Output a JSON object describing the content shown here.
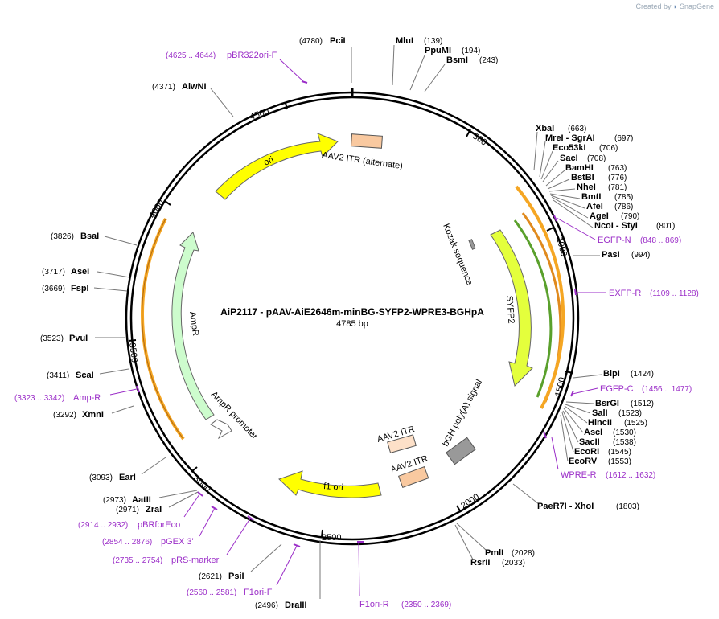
{
  "brand": {
    "prefix": "Created by",
    "name": "SnapGene"
  },
  "plasmid": {
    "name": "AiP2117 - pAAV-AiE2646m-minBG-SYFP2-WPRE3-BGHpA",
    "size": "4785 bp",
    "length": 4785
  },
  "ticks": [
    "500",
    "1000",
    "1500",
    "2000",
    "2500",
    "3000",
    "3500",
    "4000",
    "4500"
  ],
  "enzymes": [
    {
      "name": "PciI",
      "pos": "(4780)"
    },
    {
      "name": "MluI",
      "pos": "(139)"
    },
    {
      "name": "PpuMI",
      "pos": "(194)"
    },
    {
      "name": "BsmI",
      "pos": "(243)"
    },
    {
      "name": "XbaI",
      "pos": "(663)"
    },
    {
      "name": "MreI",
      "sep": " - ",
      "name2": "SgrAI",
      "pos": "(697)"
    },
    {
      "name": "Eco53kI",
      "pos": "(706)"
    },
    {
      "name": "SacI",
      "pos": "(708)"
    },
    {
      "name": "BamHI",
      "pos": "(763)"
    },
    {
      "name": "BstBI",
      "pos": "(776)"
    },
    {
      "name": "NheI",
      "pos": "(781)"
    },
    {
      "name": "BmtI",
      "pos": "(785)"
    },
    {
      "name": "AfeI",
      "pos": "(786)"
    },
    {
      "name": "AgeI",
      "pos": "(790)"
    },
    {
      "name": "NcoI",
      "sep": " - ",
      "name2": "StyI",
      "pos": "(801)"
    },
    {
      "name": "PasI",
      "pos": "(994)"
    },
    {
      "name": "BlpI",
      "pos": "(1424)"
    },
    {
      "name": "BsrGI",
      "pos": "(1512)"
    },
    {
      "name": "SalI",
      "pos": "(1523)"
    },
    {
      "name": "HincII",
      "pos": "(1525)"
    },
    {
      "name": "AscI",
      "pos": "(1530)"
    },
    {
      "name": "SacII",
      "pos": "(1538)"
    },
    {
      "name": "EcoRI",
      "pos": "(1545)"
    },
    {
      "name": "EcoRV",
      "pos": "(1553)"
    },
    {
      "name": "PaeR7I",
      "sep": " - ",
      "name2": "XhoI",
      "pos": "(1803)"
    },
    {
      "name": "PmlI",
      "pos": "(2028)"
    },
    {
      "name": "RsrII",
      "pos": "(2033)"
    },
    {
      "name": "DraIII",
      "pos": "(2496)"
    },
    {
      "name": "PsiI",
      "pos": "(2621)"
    },
    {
      "name": "ZraI",
      "pos": "(2971)"
    },
    {
      "name": "AatII",
      "pos": "(2973)"
    },
    {
      "name": "EarI",
      "pos": "(3093)"
    },
    {
      "name": "XmnI",
      "pos": "(3292)"
    },
    {
      "name": "ScaI",
      "pos": "(3411)"
    },
    {
      "name": "PvuI",
      "pos": "(3523)"
    },
    {
      "name": "FspI",
      "pos": "(3669)"
    },
    {
      "name": "AseI",
      "pos": "(3717)"
    },
    {
      "name": "BsaI",
      "pos": "(3826)"
    },
    {
      "name": "AlwNI",
      "pos": "(4371)"
    }
  ],
  "primers": [
    {
      "name": "pBR322ori-F",
      "range": "(4625 .. 4644)"
    },
    {
      "name": "EGFP-N",
      "range": "(848 .. 869)"
    },
    {
      "name": "EXFP-R",
      "range": "(1109 .. 1128)"
    },
    {
      "name": "EGFP-C",
      "range": "(1456 .. 1477)"
    },
    {
      "name": "WPRE-R",
      "range": "(1612 .. 1632)"
    },
    {
      "name": "F1ori-R",
      "range": "(2350 .. 2369)"
    },
    {
      "name": "F1ori-F",
      "range": "(2560 .. 2581)"
    },
    {
      "name": "pRS-marker",
      "range": "(2735 .. 2754)"
    },
    {
      "name": "pGEX 3'",
      "range": "(2854 .. 2876)"
    },
    {
      "name": "pBRforEco",
      "range": "(2914 .. 2932)"
    },
    {
      "name": "Amp-R",
      "range": "(3323 .. 3342)"
    }
  ],
  "features": [
    {
      "name": "ori",
      "color": "#ffff00"
    },
    {
      "name": "AAV2 ITR (alternate)",
      "color": "#f9c9a0"
    },
    {
      "name": "Kozak sequence",
      "color": "#999999"
    },
    {
      "name": "SYFP2",
      "color": "#e4ff3c"
    },
    {
      "name": "bGH poly(A) signal",
      "color": "#999999"
    },
    {
      "name": "AAV2 ITR",
      "color": "#fde0c8"
    },
    {
      "name": "AAV2 ITR",
      "color": "#f9c9a0"
    },
    {
      "name": "f1 ori",
      "color": "#ffff00"
    },
    {
      "name": "AmpR",
      "color": "#cdfccd"
    },
    {
      "name": "AmpR promoter",
      "color": "#ffffff"
    }
  ],
  "colors": {
    "primer": "#9b2ec8",
    "orf": "#f5a623",
    "backbone": "#000000"
  }
}
